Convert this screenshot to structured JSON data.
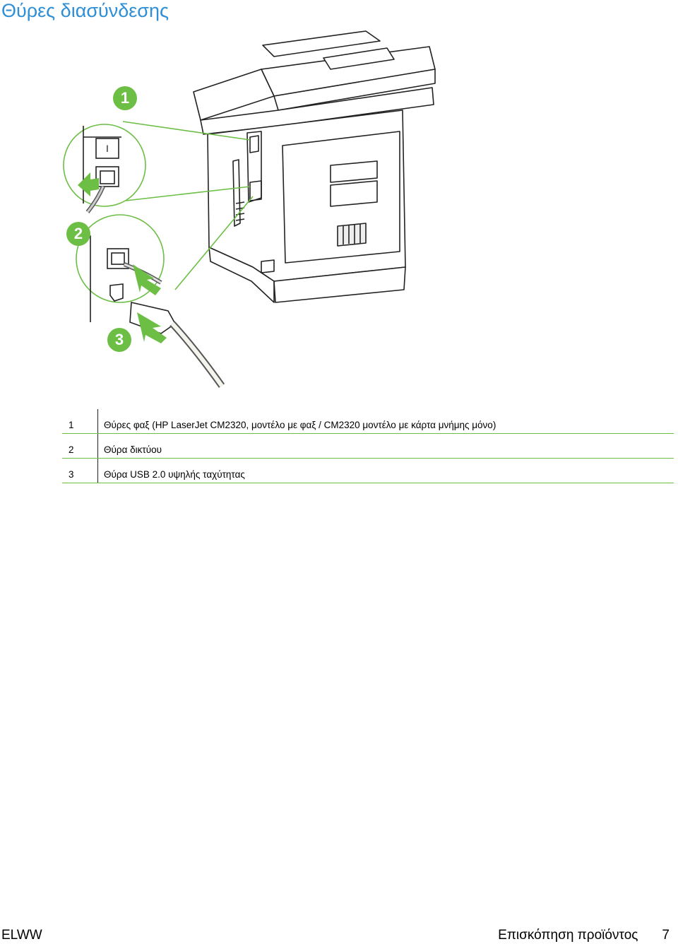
{
  "page": {
    "title": "Θύρες διασύνδεσης",
    "accent_color": "#6cbe45",
    "title_color": "#2f8fd6"
  },
  "figure": {
    "callouts": [
      "1",
      "2",
      "3"
    ]
  },
  "legend": [
    {
      "number": "1",
      "text": "Θύρες φαξ (HP LaserJet CM2320, μοντέλο με φαξ / CM2320 μοντέλο με κάρτα μνήμης μόνο)"
    },
    {
      "number": "2",
      "text": "Θύρα δικτύου"
    },
    {
      "number": "3",
      "text": "Θύρα USB 2.0 υψηλής ταχύτητας"
    }
  ],
  "footer": {
    "left": "ELWW",
    "section": "Επισκόπηση προϊόντος",
    "page_number": "7"
  }
}
